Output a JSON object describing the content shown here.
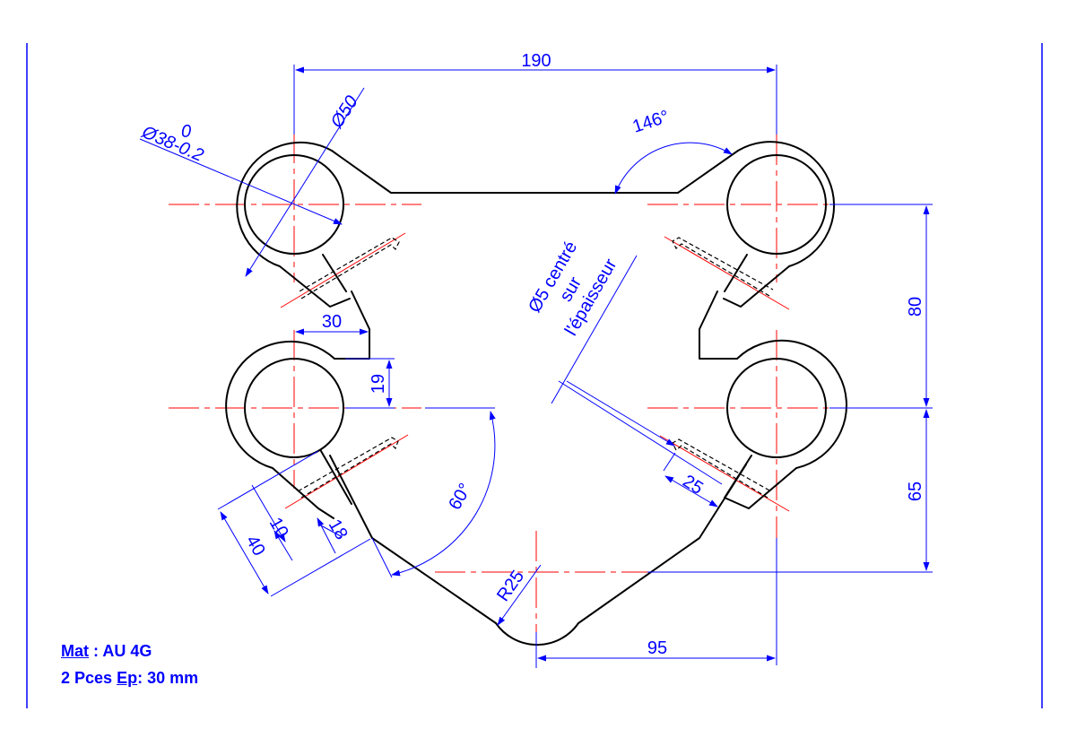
{
  "dimensions": {
    "width_190": "190",
    "dia_50": "Ø50",
    "tol_upper": "0",
    "dia_38": "Ø38-0.2",
    "angle_146": "146°",
    "width_30": "30",
    "height_19": "19",
    "height_80": "80",
    "height_65": "65",
    "angle_60": "60°",
    "len_10": "10",
    "len_18": "18",
    "len_40": "40",
    "radius_25": "R25",
    "len_25": "25",
    "width_95": "95"
  },
  "note_hole": {
    "line1": "Ø5 centré",
    "line2": "sur",
    "line3": "l'épaisseur"
  },
  "title_block": {
    "mat_label": "Mat",
    "mat_value": " : AU 4G",
    "qty": "2 Pces ",
    "ep_label": "Ep",
    "ep_value": ": 30 mm"
  },
  "colors": {
    "outline": "#000000",
    "centerline": "#ff0000",
    "dimension": "#0000ff"
  }
}
